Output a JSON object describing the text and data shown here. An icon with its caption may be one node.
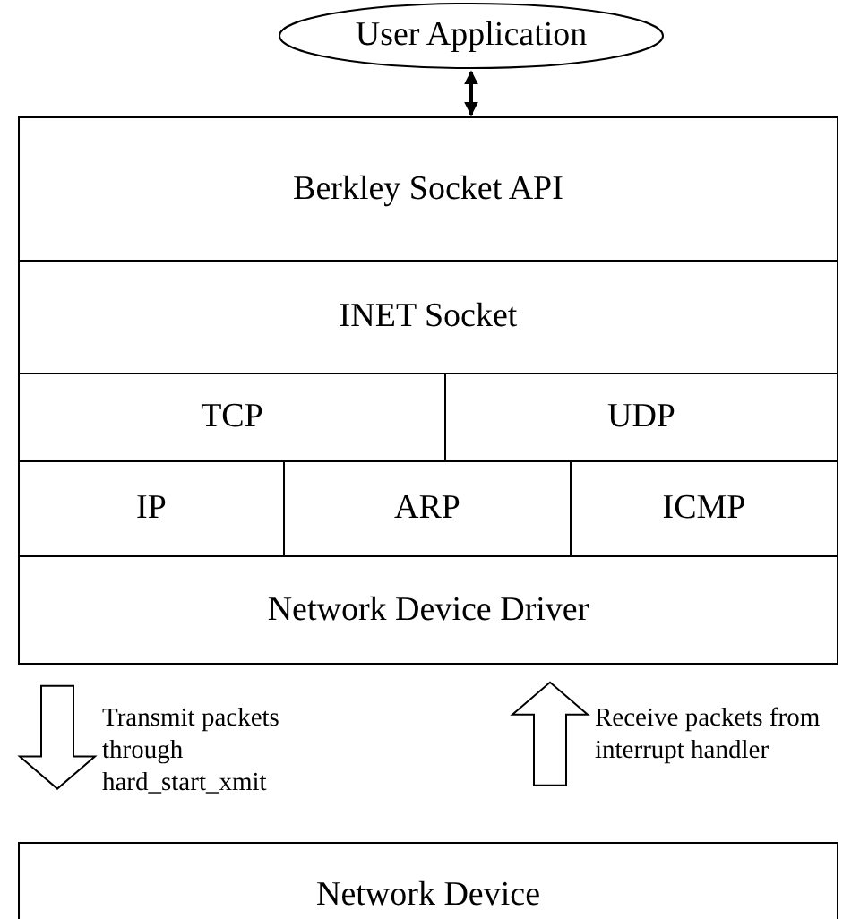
{
  "diagram": {
    "nodes": [
      {
        "text": [
          "User Application"
        ]
      },
      {
        "text": [
          "Berkley Socket API"
        ]
      },
      {
        "text": [
          "INET Socket"
        ]
      },
      {
        "text": [
          "TCP"
        ]
      },
      {
        "text": [
          "UDP"
        ]
      },
      {
        "text": [
          "IP"
        ]
      },
      {
        "text": [
          "ARP"
        ]
      },
      {
        "text": [
          "ICMP"
        ]
      },
      {
        "text": [
          "Network Device Driver"
        ]
      },
      {
        "text": [
          "Network Device"
        ]
      }
    ],
    "edges": [
      {
        "from": 0,
        "to": 1,
        "arrow": "both"
      },
      {
        "from": 8,
        "to": 9,
        "arrow": "to",
        "label": "Transmit packets through hard_start_xmit"
      },
      {
        "from": 9,
        "to": 8,
        "arrow": "to",
        "label": "Receive packets from interrupt handler"
      }
    ]
  }
}
